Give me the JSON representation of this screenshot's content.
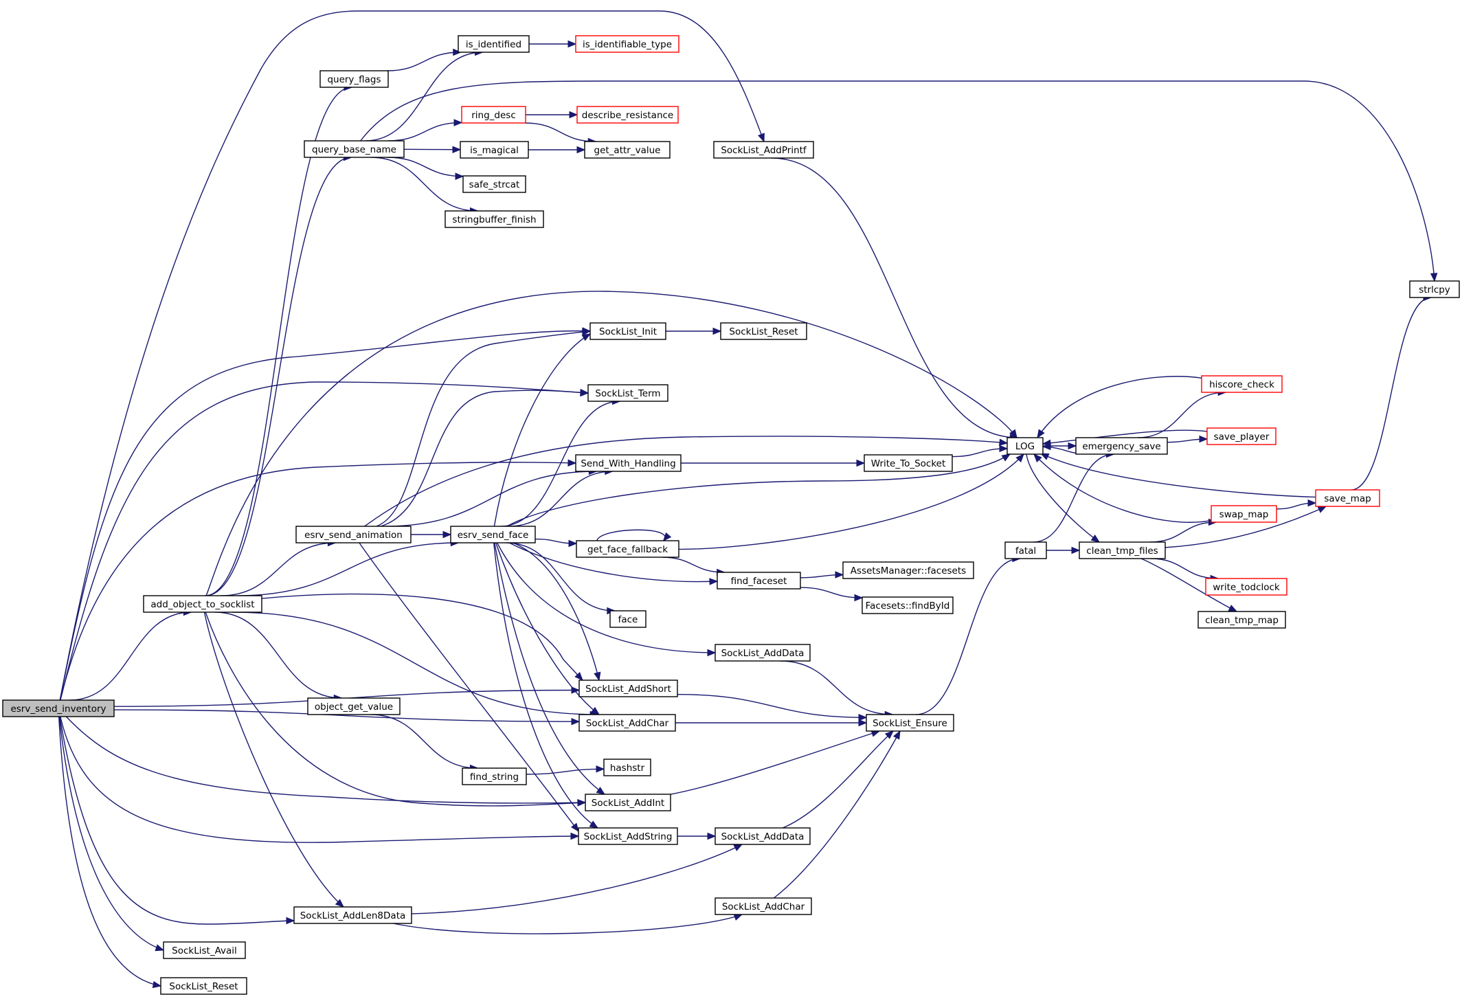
{
  "graph": {
    "title": "",
    "colors": {
      "edge": "#191970",
      "node_border": "#000000",
      "truncated_border": "#ff0000",
      "root_fill": "#bfbfbf"
    },
    "nodes": [
      {
        "id": "esrv_send_inventory",
        "label": "esrv_send_inventory",
        "style": "root"
      },
      {
        "id": "query_flags",
        "label": "query_flags"
      },
      {
        "id": "is_identified",
        "label": "is_identified"
      },
      {
        "id": "is_identifiable_type",
        "label": "is_identifiable_type",
        "style": "truncated"
      },
      {
        "id": "query_base_name",
        "label": "query_base_name"
      },
      {
        "id": "ring_desc",
        "label": "ring_desc",
        "style": "truncated"
      },
      {
        "id": "describe_resistance",
        "label": "describe_resistance",
        "style": "truncated"
      },
      {
        "id": "is_magical",
        "label": "is_magical"
      },
      {
        "id": "get_attr_value",
        "label": "get_attr_value"
      },
      {
        "id": "safe_strcat",
        "label": "safe_strcat"
      },
      {
        "id": "stringbuffer_finish",
        "label": "stringbuffer_finish"
      },
      {
        "id": "SockList_AddPrintf",
        "label": "SockList_AddPrintf"
      },
      {
        "id": "strlcpy",
        "label": "strlcpy"
      },
      {
        "id": "SockList_Init",
        "label": "SockList_Init"
      },
      {
        "id": "SockList_Reset_1",
        "label": "SockList_Reset"
      },
      {
        "id": "SockList_Term",
        "label": "SockList_Term"
      },
      {
        "id": "hiscore_check",
        "label": "hiscore_check",
        "style": "truncated"
      },
      {
        "id": "LOG",
        "label": "LOG"
      },
      {
        "id": "emergency_save",
        "label": "emergency_save"
      },
      {
        "id": "save_player",
        "label": "save_player",
        "style": "truncated"
      },
      {
        "id": "Send_With_Handling",
        "label": "Send_With_Handling"
      },
      {
        "id": "Write_To_Socket",
        "label": "Write_To_Socket"
      },
      {
        "id": "save_map",
        "label": "save_map",
        "style": "truncated"
      },
      {
        "id": "swap_map",
        "label": "swap_map",
        "style": "truncated"
      },
      {
        "id": "esrv_send_animation",
        "label": "esrv_send_animation"
      },
      {
        "id": "esrv_send_face",
        "label": "esrv_send_face"
      },
      {
        "id": "get_face_fallback",
        "label": "get_face_fallback"
      },
      {
        "id": "fatal",
        "label": "fatal"
      },
      {
        "id": "clean_tmp_files",
        "label": "clean_tmp_files"
      },
      {
        "id": "add_object_to_socklist",
        "label": "add_object_to_socklist"
      },
      {
        "id": "find_faceset",
        "label": "find_faceset"
      },
      {
        "id": "AssetsManager_facesets",
        "label": "AssetsManager::facesets"
      },
      {
        "id": "write_todclock",
        "label": "write_todclock",
        "style": "truncated"
      },
      {
        "id": "Facesets_findById",
        "label": "Facesets::findById"
      },
      {
        "id": "face",
        "label": "face"
      },
      {
        "id": "clean_tmp_map",
        "label": "clean_tmp_map"
      },
      {
        "id": "SockList_AddData_1",
        "label": "SockList_AddData"
      },
      {
        "id": "SockList_AddShort",
        "label": "SockList_AddShort"
      },
      {
        "id": "object_get_value",
        "label": "object_get_value"
      },
      {
        "id": "SockList_AddChar_1",
        "label": "SockList_AddChar"
      },
      {
        "id": "SockList_Ensure",
        "label": "SockList_Ensure"
      },
      {
        "id": "hashstr",
        "label": "hashstr"
      },
      {
        "id": "find_string",
        "label": "find_string"
      },
      {
        "id": "SockList_AddInt",
        "label": "SockList_AddInt"
      },
      {
        "id": "SockList_AddString",
        "label": "SockList_AddString"
      },
      {
        "id": "SockList_AddData_2",
        "label": "SockList_AddData"
      },
      {
        "id": "SockList_AddChar_2",
        "label": "SockList_AddChar"
      },
      {
        "id": "SockList_AddLen8Data",
        "label": "SockList_AddLen8Data"
      },
      {
        "id": "SockList_Avail",
        "label": "SockList_Avail"
      },
      {
        "id": "SockList_Reset_2",
        "label": "SockList_Reset"
      }
    ],
    "edges": [
      [
        "esrv_send_inventory",
        "SockList_AddPrintf"
      ],
      [
        "esrv_send_inventory",
        "SockList_Init"
      ],
      [
        "esrv_send_inventory",
        "SockList_Term"
      ],
      [
        "esrv_send_inventory",
        "Send_With_Handling"
      ],
      [
        "esrv_send_inventory",
        "add_object_to_socklist"
      ],
      [
        "esrv_send_inventory",
        "SockList_AddShort"
      ],
      [
        "esrv_send_inventory",
        "SockList_AddChar_1"
      ],
      [
        "esrv_send_inventory",
        "SockList_AddInt"
      ],
      [
        "esrv_send_inventory",
        "SockList_AddString"
      ],
      [
        "esrv_send_inventory",
        "SockList_AddLen8Data"
      ],
      [
        "esrv_send_inventory",
        "SockList_Avail"
      ],
      [
        "esrv_send_inventory",
        "SockList_Reset_2"
      ],
      [
        "query_flags",
        "is_identified"
      ],
      [
        "is_identified",
        "is_identifiable_type"
      ],
      [
        "query_base_name",
        "is_identified"
      ],
      [
        "query_base_name",
        "ring_desc"
      ],
      [
        "query_base_name",
        "is_magical"
      ],
      [
        "query_base_name",
        "safe_strcat"
      ],
      [
        "query_base_name",
        "stringbuffer_finish"
      ],
      [
        "query_base_name",
        "strlcpy"
      ],
      [
        "ring_desc",
        "describe_resistance"
      ],
      [
        "ring_desc",
        "get_attr_value"
      ],
      [
        "is_magical",
        "get_attr_value"
      ],
      [
        "SockList_AddPrintf",
        "LOG"
      ],
      [
        "SockList_Init",
        "SockList_Reset_1"
      ],
      [
        "Send_With_Handling",
        "Write_To_Socket"
      ],
      [
        "Write_To_Socket",
        "LOG"
      ],
      [
        "LOG",
        "emergency_save"
      ],
      [
        "LOG",
        "clean_tmp_files"
      ],
      [
        "emergency_save",
        "LOG"
      ],
      [
        "emergency_save",
        "hiscore_check"
      ],
      [
        "emergency_save",
        "save_player"
      ],
      [
        "hiscore_check",
        "LOG"
      ],
      [
        "save_player",
        "LOG"
      ],
      [
        "save_map",
        "LOG"
      ],
      [
        "save_map",
        "strlcpy"
      ],
      [
        "swap_map",
        "LOG"
      ],
      [
        "swap_map",
        "save_map"
      ],
      [
        "clean_tmp_files",
        "swap_map"
      ],
      [
        "clean_tmp_files",
        "save_map"
      ],
      [
        "clean_tmp_files",
        "write_todclock"
      ],
      [
        "clean_tmp_files",
        "clean_tmp_map"
      ],
      [
        "fatal",
        "emergency_save"
      ],
      [
        "fatal",
        "clean_tmp_files"
      ],
      [
        "add_object_to_socklist",
        "query_flags"
      ],
      [
        "add_object_to_socklist",
        "query_base_name"
      ],
      [
        "add_object_to_socklist",
        "LOG"
      ],
      [
        "add_object_to_socklist",
        "esrv_send_animation"
      ],
      [
        "add_object_to_socklist",
        "esrv_send_face"
      ],
      [
        "add_object_to_socklist",
        "SockList_AddShort"
      ],
      [
        "add_object_to_socklist",
        "SockList_AddChar_1"
      ],
      [
        "add_object_to_socklist",
        "object_get_value"
      ],
      [
        "add_object_to_socklist",
        "SockList_AddInt"
      ],
      [
        "add_object_to_socklist",
        "SockList_AddLen8Data"
      ],
      [
        "esrv_send_animation",
        "SockList_Init"
      ],
      [
        "esrv_send_animation",
        "SockList_Term"
      ],
      [
        "esrv_send_animation",
        "LOG"
      ],
      [
        "esrv_send_animation",
        "Send_With_Handling"
      ],
      [
        "esrv_send_animation",
        "esrv_send_face"
      ],
      [
        "esrv_send_animation",
        "SockList_AddString"
      ],
      [
        "esrv_send_face",
        "SockList_Init"
      ],
      [
        "esrv_send_face",
        "SockList_Term"
      ],
      [
        "esrv_send_face",
        "Send_With_Handling"
      ],
      [
        "esrv_send_face",
        "LOG"
      ],
      [
        "esrv_send_face",
        "get_face_fallback"
      ],
      [
        "esrv_send_face",
        "find_faceset"
      ],
      [
        "esrv_send_face",
        "face"
      ],
      [
        "esrv_send_face",
        "SockList_AddData_1"
      ],
      [
        "esrv_send_face",
        "SockList_AddShort"
      ],
      [
        "esrv_send_face",
        "SockList_AddChar_1"
      ],
      [
        "esrv_send_face",
        "SockList_AddInt"
      ],
      [
        "esrv_send_face",
        "SockList_AddString"
      ],
      [
        "get_face_fallback",
        "get_face_fallback"
      ],
      [
        "get_face_fallback",
        "LOG"
      ],
      [
        "get_face_fallback",
        "find_faceset"
      ],
      [
        "find_faceset",
        "AssetsManager_facesets"
      ],
      [
        "find_faceset",
        "Facesets_findById"
      ],
      [
        "SockList_AddData_1",
        "SockList_Ensure"
      ],
      [
        "SockList_AddShort",
        "SockList_Ensure"
      ],
      [
        "SockList_AddChar_1",
        "SockList_Ensure"
      ],
      [
        "SockList_AddInt",
        "SockList_Ensure"
      ],
      [
        "SockList_AddData_2",
        "SockList_Ensure"
      ],
      [
        "SockList_AddChar_2",
        "SockList_Ensure"
      ],
      [
        "SockList_Ensure",
        "fatal"
      ],
      [
        "object_get_value",
        "find_string"
      ],
      [
        "find_string",
        "hashstr"
      ],
      [
        "SockList_AddString",
        "SockList_AddData_2"
      ],
      [
        "SockList_AddLen8Data",
        "SockList_AddData_2"
      ],
      [
        "SockList_AddLen8Data",
        "SockList_AddChar_2"
      ]
    ]
  }
}
